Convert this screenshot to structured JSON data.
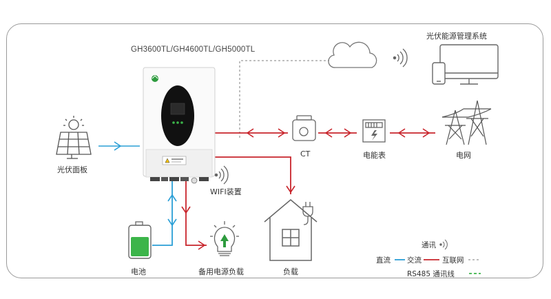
{
  "model_label": "GH3600TL/GH4600TL/GH5000TL",
  "nodes": {
    "pv_panel": "光伏面板",
    "battery": "电池",
    "backup_load": "备用电源负载",
    "load": "负载",
    "wifi": "WIFI装置",
    "ct": "CT",
    "meter": "电能表",
    "grid": "电网",
    "monitoring": "光伏能源管理系统"
  },
  "legend": {
    "comm": "通讯",
    "dc": "直流",
    "ac": "交流",
    "internet": "互联网",
    "rs485": "RS485 通讯线"
  },
  "colors": {
    "dc": "#2a9fd6",
    "ac": "#c8242b",
    "internet": "#aaaaaa",
    "rs485": "#3cb54a",
    "battery_fill": "#3cb54a",
    "arrow_up": "#2e9b3e"
  },
  "icons": [
    "solar-panel-icon",
    "inverter-icon",
    "battery-icon",
    "bulb-icon",
    "house-icon",
    "plug-icon",
    "wifi-icon",
    "cloud-icon",
    "ct-icon",
    "meter-icon",
    "pylon-icon",
    "monitor-icon",
    "phone-icon"
  ]
}
